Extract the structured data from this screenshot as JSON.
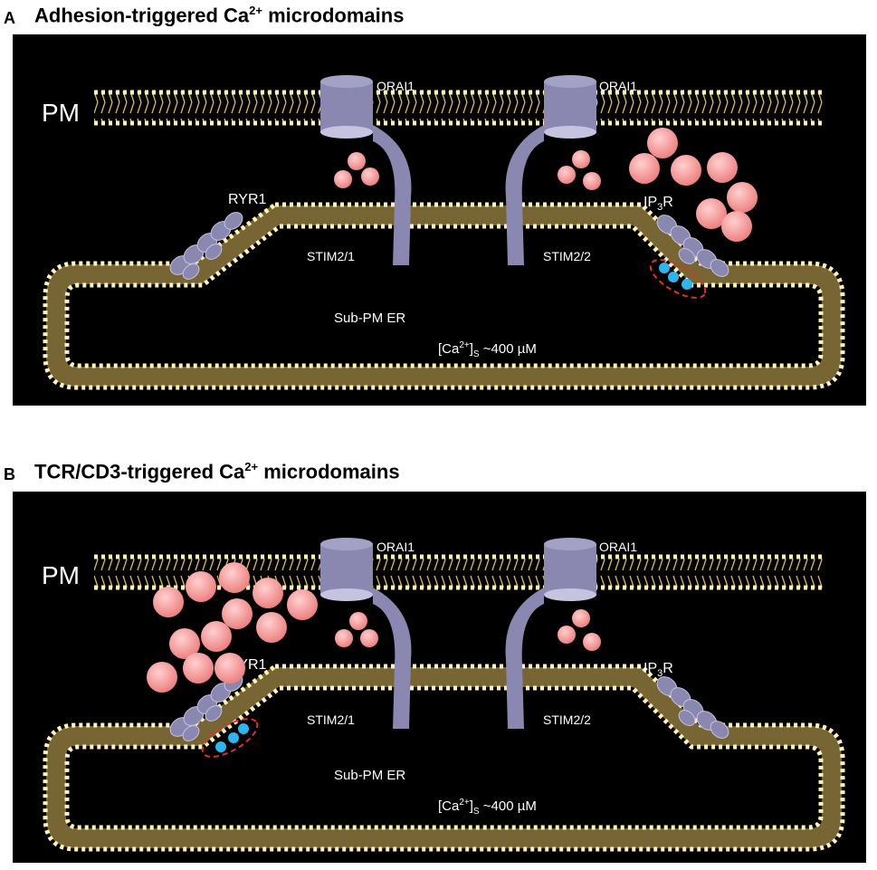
{
  "panels": [
    {
      "letter": "A",
      "title_prefix": "Adhesion-triggered Ca",
      "title_sup": "2+",
      "title_suffix": " microdomains",
      "labels": {
        "pm": "PM",
        "orai_left": "ORAI1",
        "orai_right": "ORAI1",
        "ryr": "RYR1",
        "ip3r_base": "IP",
        "ip3r_sub": "3",
        "ip3r_tail": "R",
        "stim_left": "STIM2/1",
        "stim_right": "STIM2/2",
        "er": "Sub-PM ER",
        "ca_prefix": "[Ca",
        "ca_sup": "2+",
        "ca_close": "]",
        "ca_sub": "S",
        "ca_value": " ~400 µM"
      }
    },
    {
      "letter": "B",
      "title_prefix": "TCR/CD3-triggered Ca",
      "title_sup": "2+",
      "title_suffix": " microdomains",
      "labels": {
        "pm": "PM",
        "orai_left": "ORAI1",
        "orai_right": "ORAI1",
        "ryr": "RYR1",
        "ip3r_base": "IP",
        "ip3r_sub": "3",
        "ip3r_tail": "R",
        "stim_left": "STIM2/1",
        "stim_right": "STIM2/2",
        "er": "Sub-PM ER",
        "ca_prefix": "[Ca",
        "ca_sup": "2+",
        "ca_close": "]",
        "ca_sub": "S",
        "ca_value": " ~400 µM"
      }
    }
  ],
  "colors": {
    "background": "#000000",
    "membrane": "#d8b95c",
    "lipid_head": "#fff4b8",
    "channel": "#8a88b0",
    "calcium": "#f29a9a",
    "local_signal": "#2bb6f0",
    "highlight_ring": "#e0302a",
    "text": "#ffffff"
  }
}
